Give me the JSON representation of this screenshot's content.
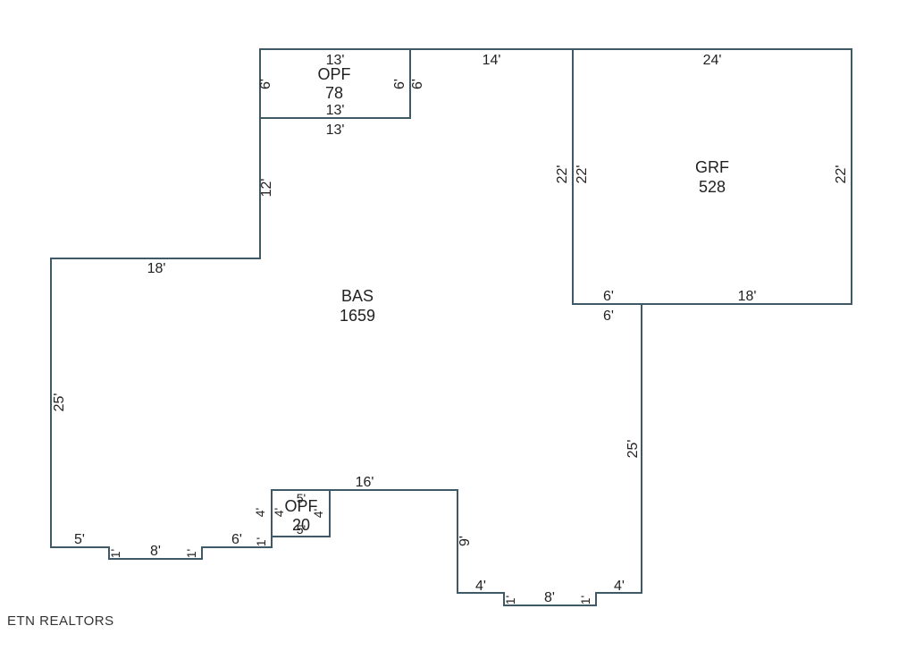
{
  "areas": {
    "bas": {
      "code": "BAS",
      "sqft": "1659"
    },
    "grf": {
      "code": "GRF",
      "sqft": "528"
    },
    "opf_top": {
      "code": "OPF",
      "sqft": "78"
    },
    "opf_small": {
      "code": "OPF",
      "sqft": "20"
    }
  },
  "dims": {
    "opf_top_w_top": "13'",
    "opf_top_left": "6'",
    "opf_top_right": "6'",
    "opf_top_right_outer": "6'",
    "opf_top_w_bottom": "13'",
    "bas_under_opf": "13'",
    "top_14": "14'",
    "grf_top": "24'",
    "grf_left_outer": "22'",
    "grf_left_inner": "22'",
    "grf_right": "22'",
    "bas_left_vert_12": "12'",
    "bas_left_top_18": "18'",
    "grf_bottom_6": "6'",
    "grf_bottom_18": "18'",
    "bas_notch_6": "6'",
    "bas_left_25": "25'",
    "bas_right_25": "25'",
    "bas_inner_16": "16'",
    "opf_small_4_left": "4'",
    "opf_small_4_inner": "4'",
    "opf_small_5_top": "5'",
    "opf_small_5_bottom": "5'",
    "opf_small_4_right": "4'",
    "bas_9": "9'",
    "bl_5": "5'",
    "bl_1a": "1'",
    "bl_8": "8'",
    "bl_1b": "1'",
    "bl_6": "6'",
    "bl_1c": "1'",
    "br_4a": "4'",
    "br_1a": "1'",
    "br_8": "8'",
    "br_1b": "1'",
    "br_4b": "4'"
  },
  "watermark": "ETN REALTORS"
}
